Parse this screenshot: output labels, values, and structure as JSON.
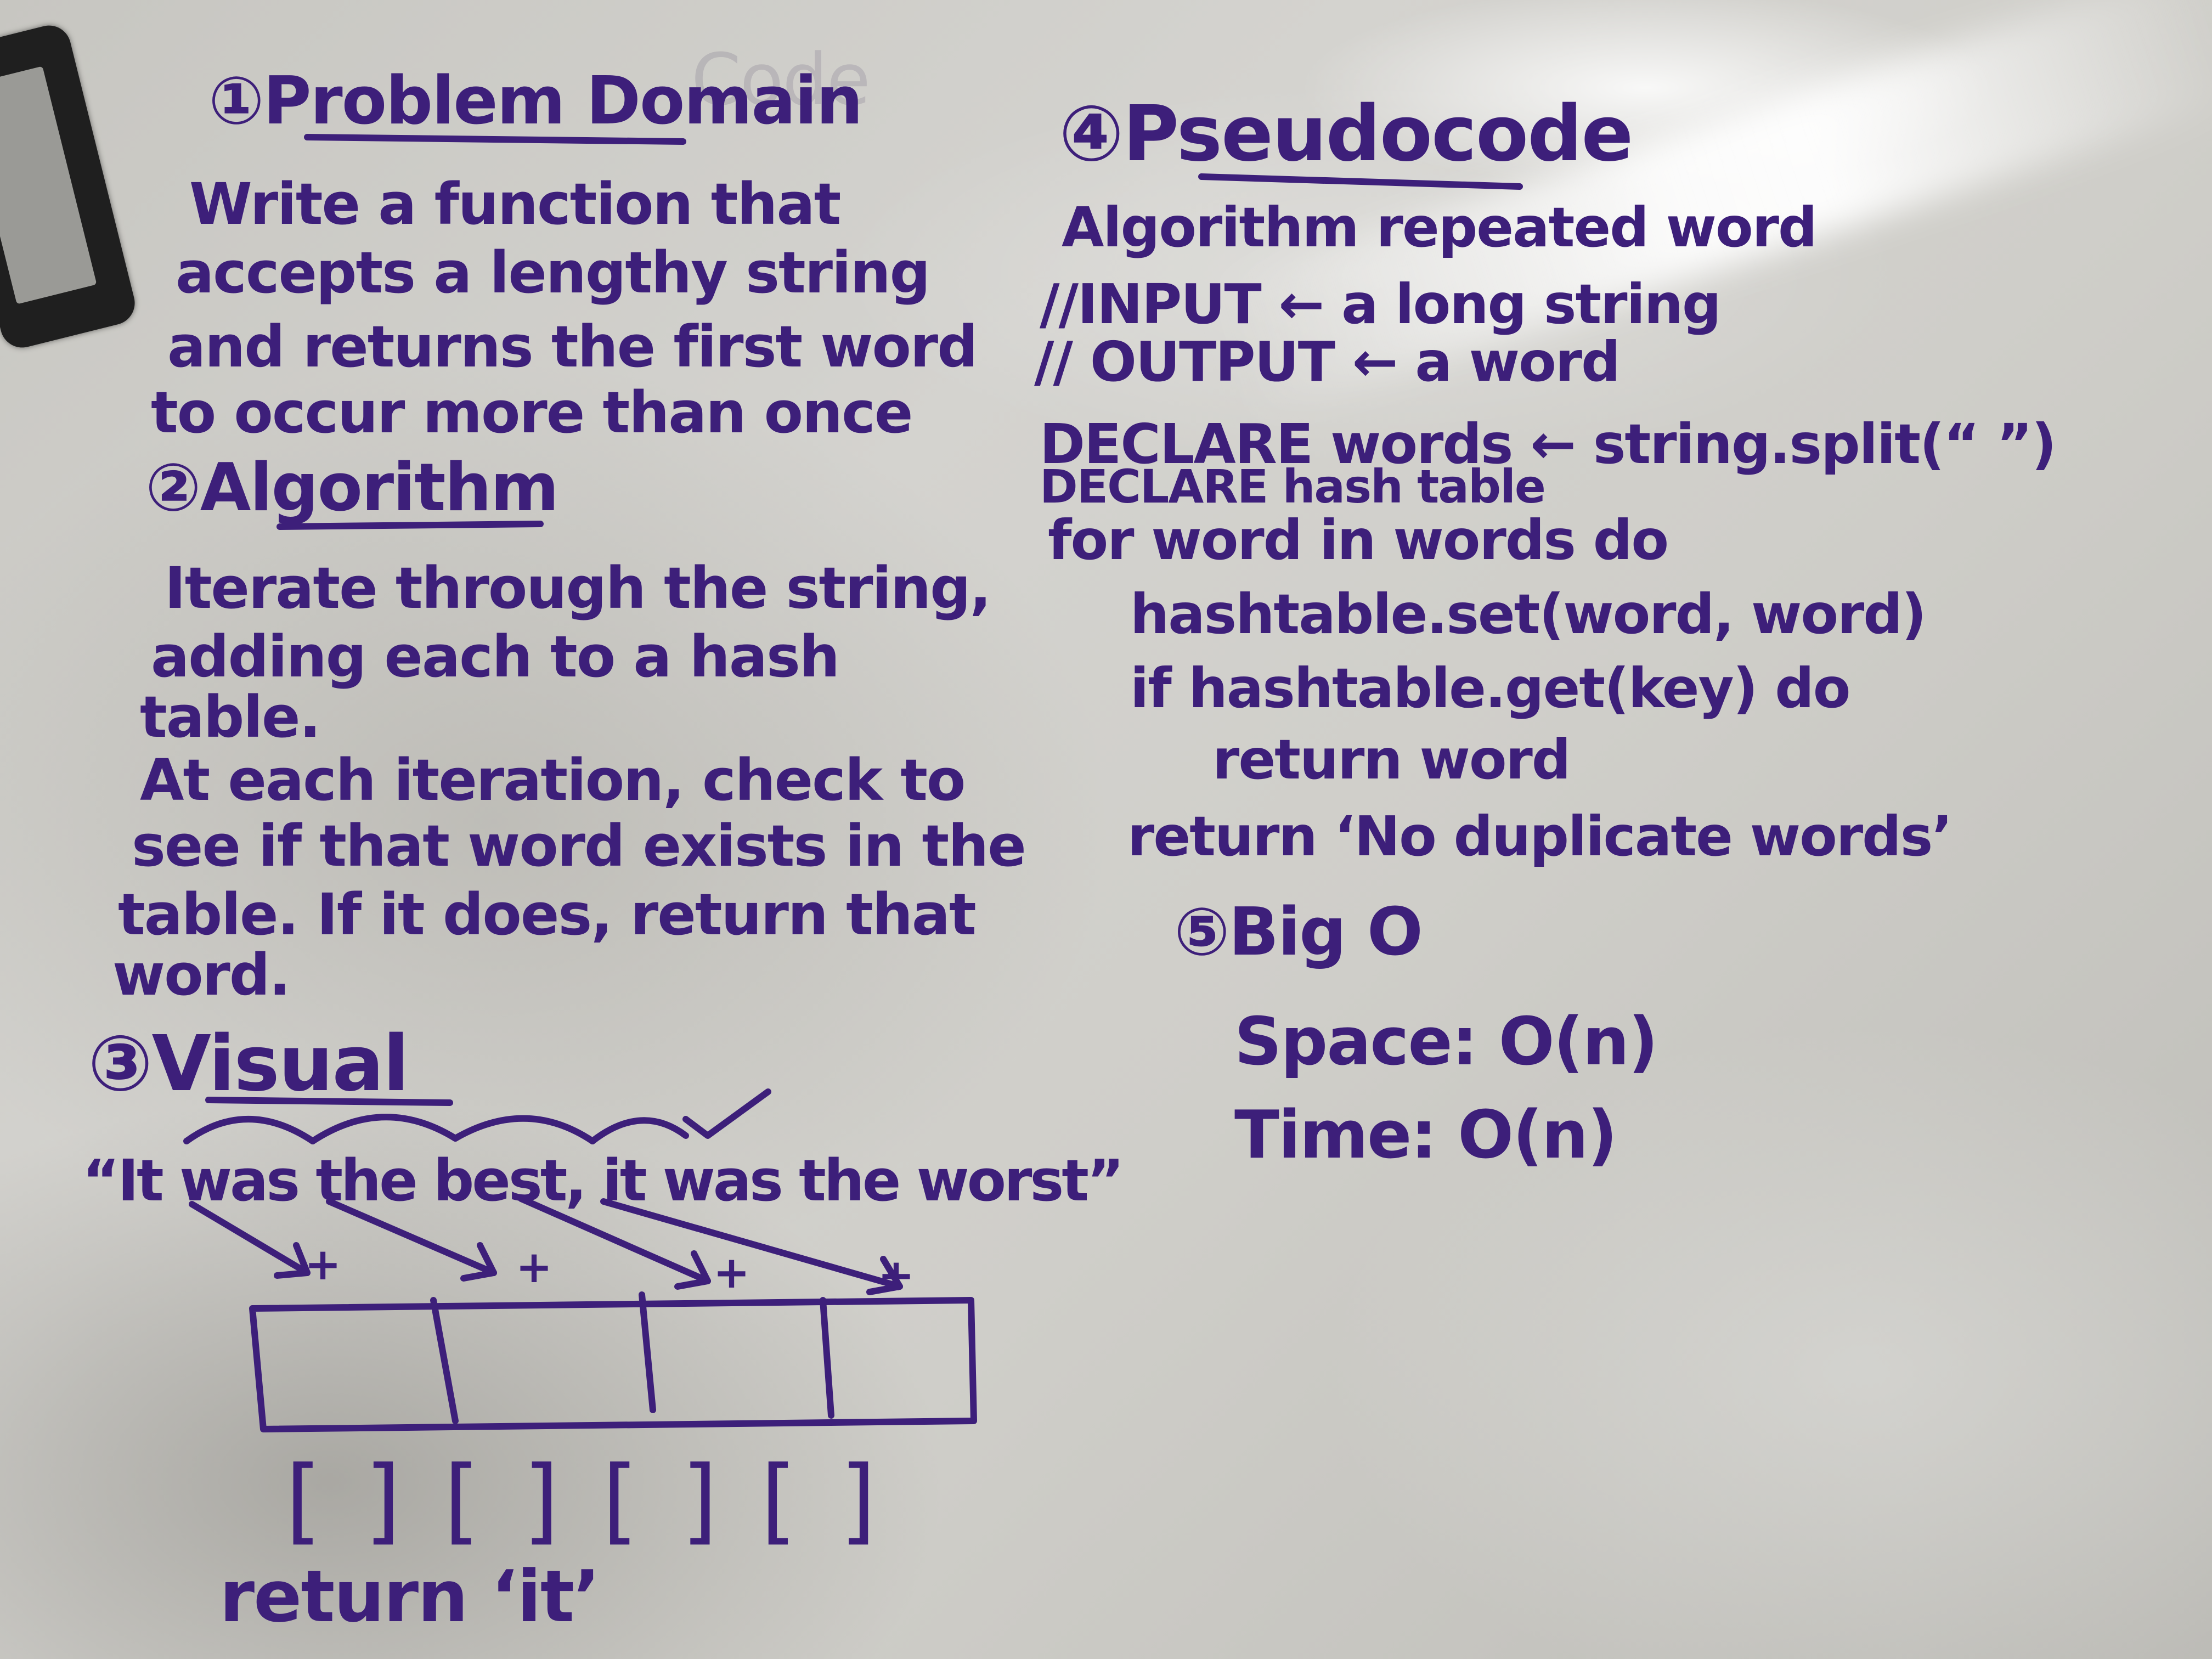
{
  "ghost_word": "Code",
  "section1": {
    "heading": "①Problem Domain",
    "lines": [
      "Write a function that",
      "accepts a lengthy string",
      "and returns the first word",
      "to occur more than once"
    ]
  },
  "section2": {
    "heading": "②Algorithm",
    "lines": [
      "Iterate through the string,",
      "adding each to a hash",
      "table.",
      "At each iteration, check to",
      "see if that word exists in the",
      "table. If it does, return that",
      "word."
    ]
  },
  "section3": {
    "heading": "③Visual",
    "quote": "“It was the best, it was the worst”",
    "plus_marks": [
      "+",
      "+",
      "+",
      "+"
    ],
    "brackets": "[ ] [ ] [ ] [ ]",
    "result": "return ‘it’"
  },
  "section4": {
    "heading": "④Pseudocode",
    "lines": [
      "Algorithm repeated word",
      "//INPUT ← a long string",
      "// OUTPUT ← a word",
      "DECLARE words ← string.split(“ ”)",
      "DECLARE hash table",
      "for word in words do",
      "hashtable.set(word, word)",
      "if hashtable.get(key) do",
      "return word",
      "return ‘No duplicate words’"
    ]
  },
  "section5": {
    "heading": "⑤Big O",
    "space": "Space: O(n)",
    "time": "Time: O(n)"
  },
  "colors": {
    "ink": "#3d1f7a",
    "board": "#cfcec9",
    "frame": "#1f1f1f"
  }
}
